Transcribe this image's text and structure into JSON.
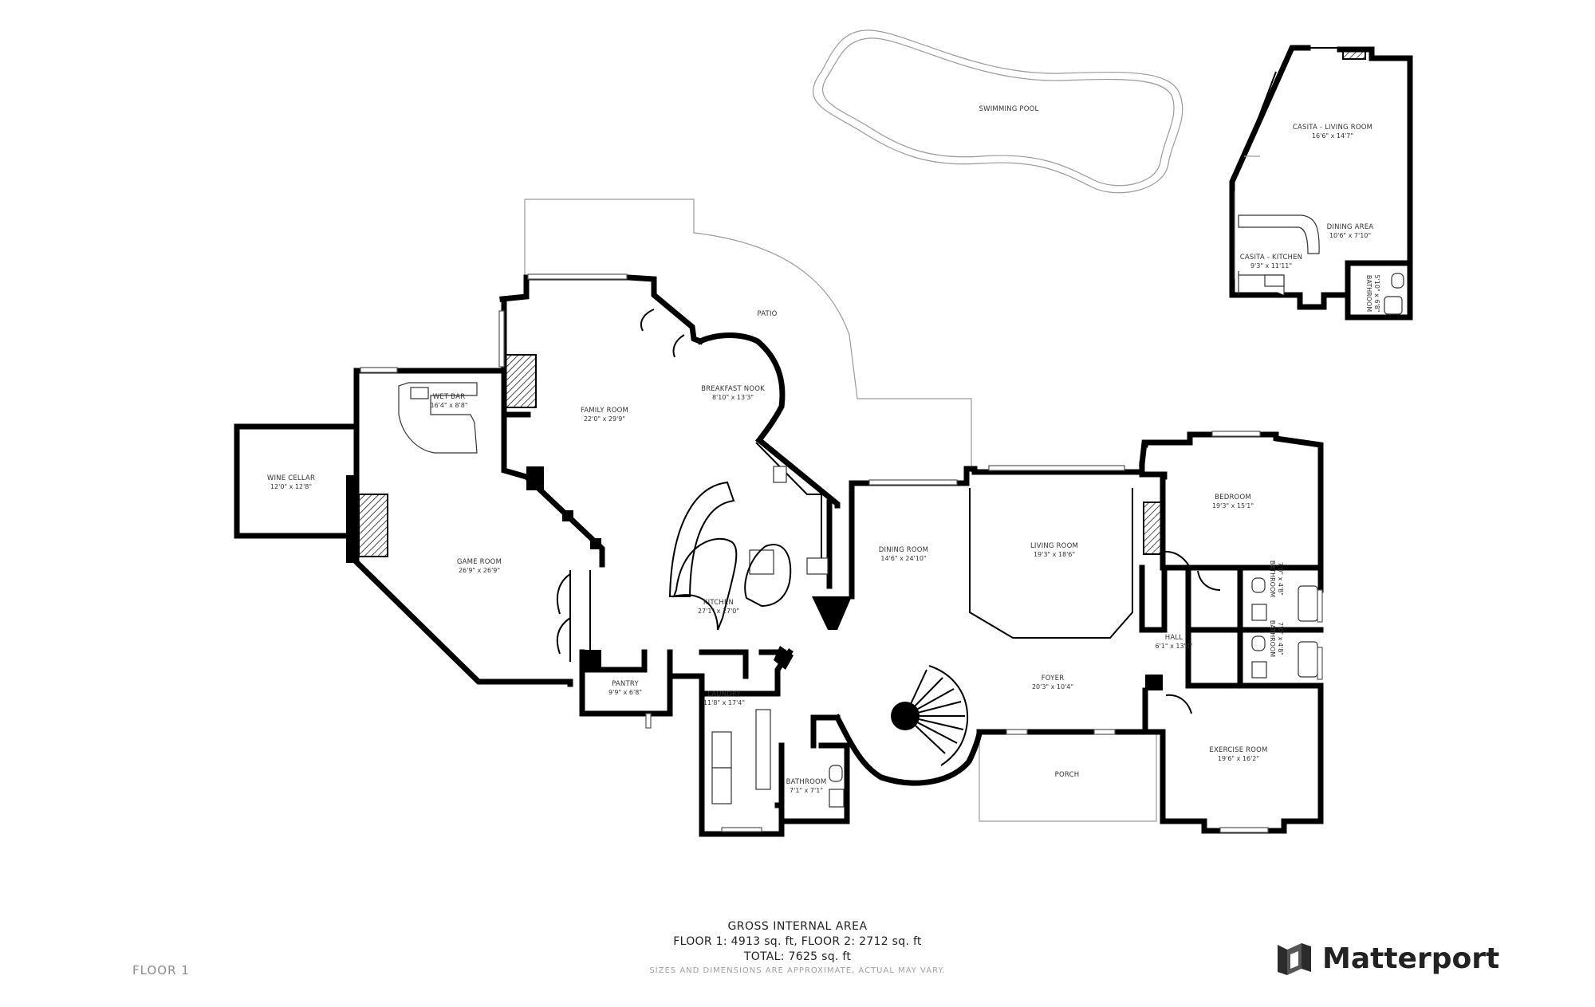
{
  "floor_label": "FLOOR 1",
  "area": {
    "title": "GROSS INTERNAL AREA",
    "floors": "FLOOR 1: 4913 sq. ft, FLOOR 2: 2712 sq. ft",
    "total": "TOTAL: 7625 sq. ft",
    "disclaimer": "SIZES AND DIMENSIONS ARE APPROXIMATE, ACTUAL MAY VARY."
  },
  "brand": {
    "name": "Matterport",
    "icon": "matterport-logo-icon"
  },
  "rooms": {
    "swimming_pool": {
      "name": "SWIMMING POOL"
    },
    "casita_living": {
      "name": "CASITA - LIVING ROOM",
      "dim": "16'6\" x 14'7\""
    },
    "dining_area": {
      "name": "DINING AREA",
      "dim": "10'6\" x 7'10\""
    },
    "casita_kitchen": {
      "name": "CASITA - KITCHEN",
      "dim": "9'3\" x 11'11\""
    },
    "casita_bathroom": {
      "name": "BATHROOM",
      "dim": "5'10\" x 6'8\""
    },
    "patio": {
      "name": "PATIO"
    },
    "breakfast_nook": {
      "name": "BREAKFAST NOOK",
      "dim": "8'10\" x 13'3\""
    },
    "family_room": {
      "name": "FAMILY ROOM",
      "dim": "22'0\" x 29'9\""
    },
    "wet_bar": {
      "name": "WET BAR",
      "dim": "16'4\" x 8'8\""
    },
    "wine_cellar": {
      "name": "WINE CELLAR",
      "dim": "12'0\" x 12'8\""
    },
    "game_room": {
      "name": "GAME ROOM",
      "dim": "26'9\" x 26'9\""
    },
    "kitchen": {
      "name": "KITCHEN",
      "dim": "27'1\" x 27'0\""
    },
    "dining_room": {
      "name": "DINING ROOM",
      "dim": "14'6\" x 24'10\""
    },
    "living_room": {
      "name": "LIVING ROOM",
      "dim": "19'3\" x 18'6\""
    },
    "bedroom": {
      "name": "BEDROOM",
      "dim": "19'3\" x 15'1\""
    },
    "bathroom_upper": {
      "name": "BATHROOM",
      "dim": "7'0\" x 4'8\""
    },
    "bathroom_lower": {
      "name": "BATHROOM",
      "dim": "7'0\" x 4'8\""
    },
    "hall": {
      "name": "HALL",
      "dim": "6'1\" x 13'0\""
    },
    "pantry": {
      "name": "PANTRY",
      "dim": "9'9\" x 6'8\""
    },
    "laundry": {
      "name": "LAUNDRY",
      "dim": "11'8\" x 17'4\""
    },
    "bathroom_small": {
      "name": "BATHROOM",
      "dim": "7'1\" x 7'1\""
    },
    "foyer": {
      "name": "FOYER",
      "dim": "20'3\" x 10'4\""
    },
    "porch": {
      "name": "PORCH"
    },
    "exercise_room": {
      "name": "EXERCISE ROOM",
      "dim": "19'6\" x 16'2\""
    }
  }
}
